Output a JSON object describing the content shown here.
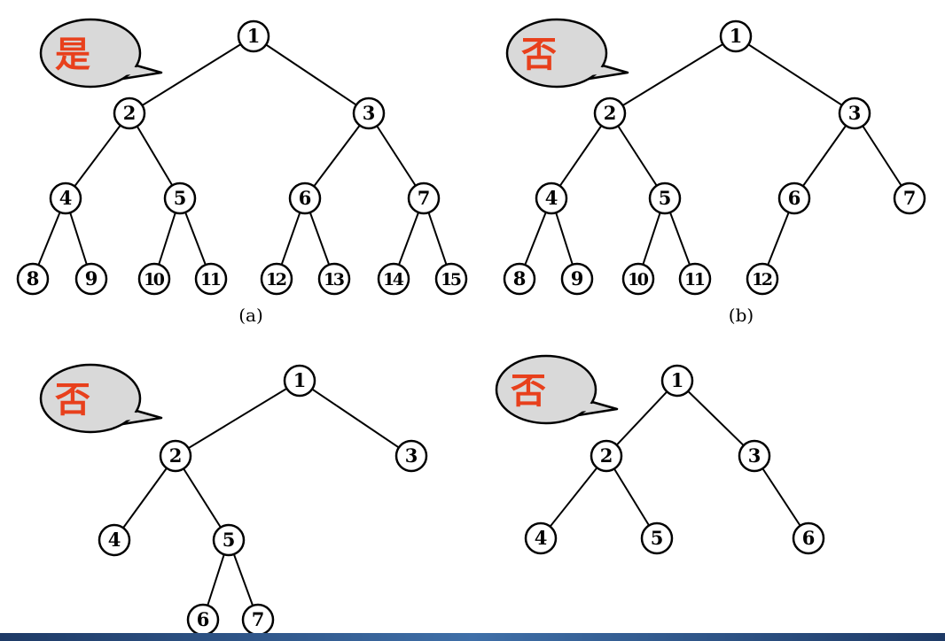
{
  "trees": [
    {
      "callout": "是",
      "caption": "(a)",
      "nodes": [
        "1",
        "2",
        "3",
        "4",
        "5",
        "6",
        "7",
        "8",
        "9",
        "10",
        "11",
        "12",
        "13",
        "14",
        "15"
      ],
      "edges": [
        [
          "1",
          "2"
        ],
        [
          "1",
          "3"
        ],
        [
          "2",
          "4"
        ],
        [
          "2",
          "5"
        ],
        [
          "3",
          "6"
        ],
        [
          "3",
          "7"
        ],
        [
          "4",
          "8"
        ],
        [
          "4",
          "9"
        ],
        [
          "5",
          "10"
        ],
        [
          "5",
          "11"
        ],
        [
          "6",
          "12"
        ],
        [
          "6",
          "13"
        ],
        [
          "7",
          "14"
        ],
        [
          "7",
          "15"
        ]
      ]
    },
    {
      "callout": "否",
      "caption": "(b)",
      "nodes": [
        "1",
        "2",
        "3",
        "4",
        "5",
        "6",
        "7",
        "8",
        "9",
        "10",
        "11",
        "12"
      ],
      "edges": [
        [
          "1",
          "2"
        ],
        [
          "1",
          "3"
        ],
        [
          "2",
          "4"
        ],
        [
          "2",
          "5"
        ],
        [
          "3",
          "6"
        ],
        [
          "3",
          "7"
        ],
        [
          "4",
          "8"
        ],
        [
          "4",
          "9"
        ],
        [
          "5",
          "10"
        ],
        [
          "5",
          "11"
        ],
        [
          "6",
          "12"
        ]
      ]
    },
    {
      "callout": "否",
      "caption": "",
      "nodes": [
        "1",
        "2",
        "3",
        "4",
        "5",
        "6",
        "7"
      ],
      "edges": [
        [
          "1",
          "2"
        ],
        [
          "1",
          "3"
        ],
        [
          "2",
          "4"
        ],
        [
          "2",
          "5"
        ],
        [
          "5",
          "6"
        ],
        [
          "5",
          "7"
        ]
      ]
    },
    {
      "callout": "否",
      "caption": "",
      "nodes": [
        "1",
        "2",
        "3",
        "4",
        "5",
        "6"
      ],
      "edges": [
        [
          "1",
          "2"
        ],
        [
          "1",
          "3"
        ],
        [
          "2",
          "4"
        ],
        [
          "2",
          "5"
        ],
        [
          "3",
          "6"
        ]
      ]
    }
  ],
  "colors": {
    "callout_text": "#e8401c",
    "callout_fill": "#d9d9d9",
    "stroke": "#000000",
    "bar": "#2b4f80"
  }
}
